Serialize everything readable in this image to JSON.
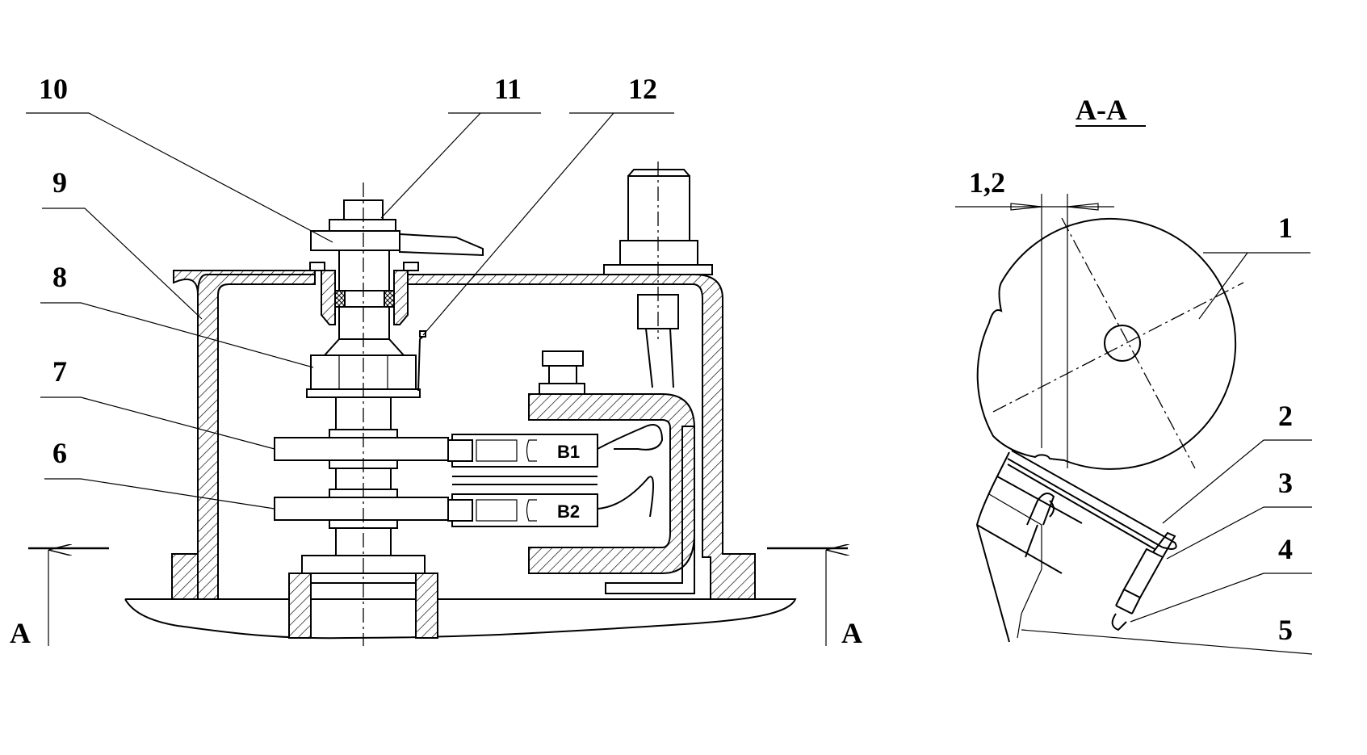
{
  "callouts": [
    "1",
    "2",
    "3",
    "4",
    "5",
    "6",
    "7",
    "8",
    "9",
    "10",
    "11",
    "12"
  ],
  "section_marks": {
    "left": "A",
    "right": "A"
  },
  "section_title": "A-A",
  "gap_dimension": "1,2",
  "switch_labels": [
    "B1",
    "B2"
  ],
  "colors": {
    "line": "#000000",
    "background": "#ffffff"
  }
}
